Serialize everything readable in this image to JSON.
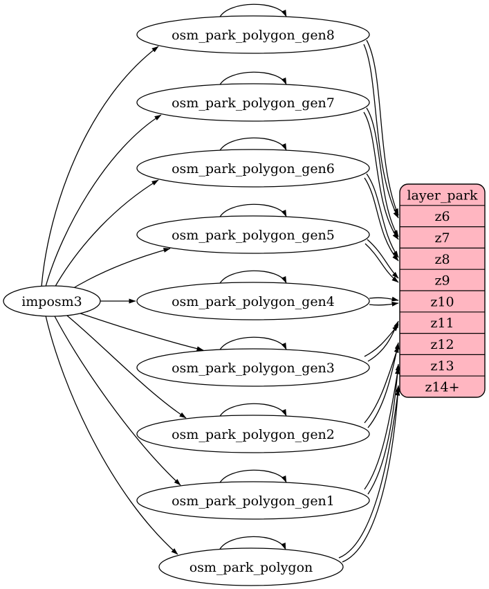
{
  "diagram": {
    "background_color": "#ffffff",
    "edge_color": "#000000",
    "node_fill_color": "#ffffff",
    "source": {
      "label": "imposm3"
    },
    "tables": [
      {
        "label": "osm_park_polygon_gen8",
        "zoom": "z6"
      },
      {
        "label": "osm_park_polygon_gen7",
        "zoom": "z7"
      },
      {
        "label": "osm_park_polygon_gen6",
        "zoom": "z8"
      },
      {
        "label": "osm_park_polygon_gen5",
        "zoom": "z9"
      },
      {
        "label": "osm_park_polygon_gen4",
        "zoom": "z10"
      },
      {
        "label": "osm_park_polygon_gen3",
        "zoom": "z11"
      },
      {
        "label": "osm_park_polygon_gen2",
        "zoom": "z12"
      },
      {
        "label": "osm_park_polygon_gen1",
        "zoom": "z13"
      },
      {
        "label": "osm_park_polygon",
        "zoom": "z14+"
      }
    ],
    "layer": {
      "title": "layer_park",
      "rows": [
        "z6",
        "z7",
        "z8",
        "z9",
        "z10",
        "z11",
        "z12",
        "z13",
        "z14+"
      ],
      "fill_color": "#ffb6c1",
      "stroke_color": "#000000"
    },
    "edges": [
      {
        "from": "imposm3",
        "to": "osm_park_polygon_gen8"
      },
      {
        "from": "imposm3",
        "to": "osm_park_polygon_gen7"
      },
      {
        "from": "imposm3",
        "to": "osm_park_polygon_gen6"
      },
      {
        "from": "imposm3",
        "to": "osm_park_polygon_gen5"
      },
      {
        "from": "imposm3",
        "to": "osm_park_polygon_gen4"
      },
      {
        "from": "imposm3",
        "to": "osm_park_polygon_gen3"
      },
      {
        "from": "imposm3",
        "to": "osm_park_polygon_gen2"
      },
      {
        "from": "imposm3",
        "to": "osm_park_polygon_gen1"
      },
      {
        "from": "imposm3",
        "to": "osm_park_polygon"
      },
      {
        "from": "osm_park_polygon_gen8",
        "to": "osm_park_polygon_gen8",
        "self_loop": true
      },
      {
        "from": "osm_park_polygon_gen7",
        "to": "osm_park_polygon_gen7",
        "self_loop": true
      },
      {
        "from": "osm_park_polygon_gen6",
        "to": "osm_park_polygon_gen6",
        "self_loop": true
      },
      {
        "from": "osm_park_polygon_gen5",
        "to": "osm_park_polygon_gen5",
        "self_loop": true
      },
      {
        "from": "osm_park_polygon_gen4",
        "to": "osm_park_polygon_gen4",
        "self_loop": true
      },
      {
        "from": "osm_park_polygon_gen3",
        "to": "osm_park_polygon_gen3",
        "self_loop": true
      },
      {
        "from": "osm_park_polygon_gen2",
        "to": "osm_park_polygon_gen2",
        "self_loop": true
      },
      {
        "from": "osm_park_polygon_gen1",
        "to": "osm_park_polygon_gen1",
        "self_loop": true
      },
      {
        "from": "osm_park_polygon",
        "to": "osm_park_polygon",
        "self_loop": true
      },
      {
        "from": "osm_park_polygon_gen8",
        "to": "layer_park.z6",
        "parallel_edges": 2
      },
      {
        "from": "osm_park_polygon_gen7",
        "to": "layer_park.z7",
        "parallel_edges": 2
      },
      {
        "from": "osm_park_polygon_gen6",
        "to": "layer_park.z8",
        "parallel_edges": 2
      },
      {
        "from": "osm_park_polygon_gen5",
        "to": "layer_park.z9",
        "parallel_edges": 2
      },
      {
        "from": "osm_park_polygon_gen4",
        "to": "layer_park.z10",
        "parallel_edges": 2
      },
      {
        "from": "osm_park_polygon_gen3",
        "to": "layer_park.z11",
        "parallel_edges": 2
      },
      {
        "from": "osm_park_polygon_gen2",
        "to": "layer_park.z12",
        "parallel_edges": 2
      },
      {
        "from": "osm_park_polygon_gen1",
        "to": "layer_park.z13",
        "parallel_edges": 2
      },
      {
        "from": "osm_park_polygon",
        "to": "layer_park.z14+",
        "parallel_edges": 2
      }
    ]
  }
}
